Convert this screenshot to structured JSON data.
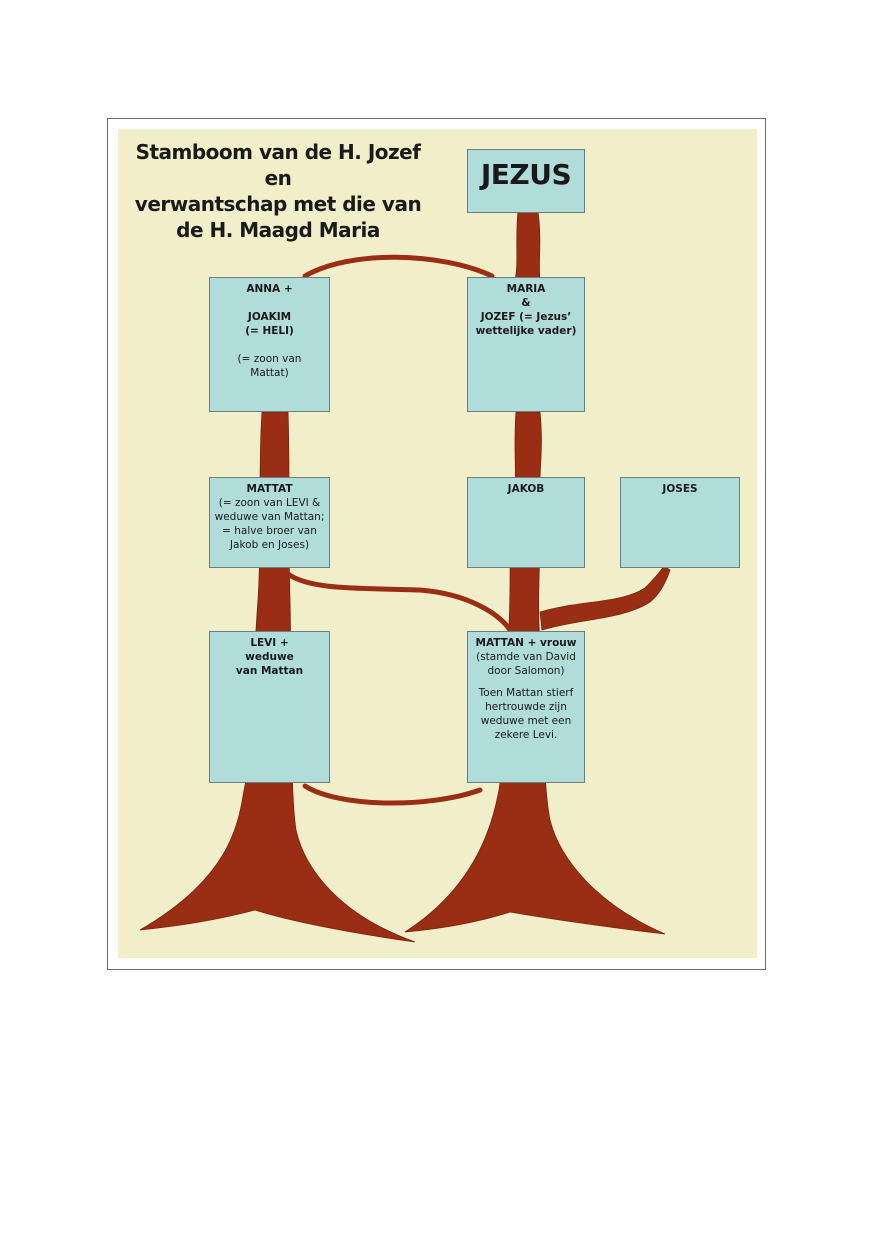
{
  "title": {
    "lines": [
      "Stamboom van de H. Jozef en",
      "verwantschap met die van",
      "de H. Maagd Maria"
    ]
  },
  "boxes": {
    "jezus": {
      "name": "JEZUS"
    },
    "anna": {
      "l1": "ANNA +",
      "l2": "JOAKIM",
      "l3": "(= HELI)",
      "l4": "(= zoon van",
      "l5": "Mattat)"
    },
    "maria": {
      "l1": "MARIA",
      "l2": "&",
      "l3": "JOZEF (= Jezus’",
      "l4": "wettelijke vader)"
    },
    "mattat": {
      "l1": "MATTAT",
      "l2": "(= zoon van LEVI &",
      "l3": "weduwe van Mattan;",
      "l4": "= halve broer van",
      "l5": "Jakob en Joses)"
    },
    "jakob": {
      "l1": "JAKOB"
    },
    "joses": {
      "l1": "JOSES"
    },
    "levi": {
      "l1": "LEVI +",
      "l2": "weduwe",
      "l3": "van Mattan"
    },
    "mattan": {
      "l1": "MATTAN + vrouw",
      "l2": "(stamde van David",
      "l3": "door Salomon)",
      "l4": "Toen Mattan stierf",
      "l5": "hertrouwde zijn",
      "l6": "weduwe met een",
      "l7": "zekere Levi."
    }
  },
  "colors": {
    "background": "#f1efca",
    "box": "#b0dcda",
    "trunk": "#9a2e14"
  }
}
